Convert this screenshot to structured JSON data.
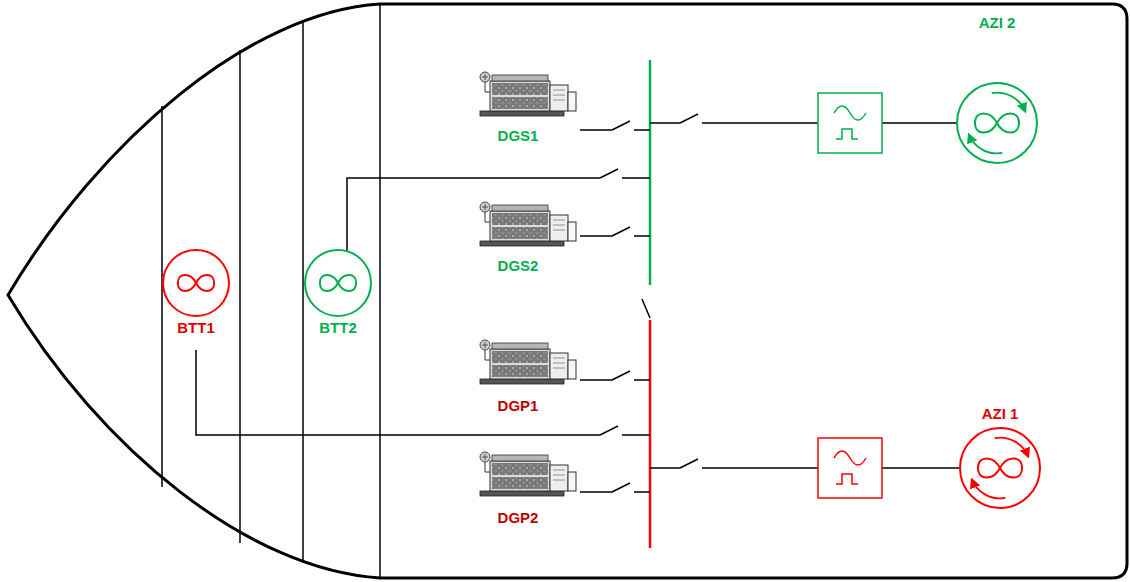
{
  "diagram": {
    "nodes": [
      {
        "text": [
          "AZI 2"
        ]
      },
      {
        "text": [
          "BTT1"
        ]
      },
      {
        "text": [
          "BTT2"
        ]
      },
      {
        "text": [
          "AZI 1"
        ]
      }
    ],
    "labels": [
      "DGS1",
      "DGS2",
      "DGP1",
      "DGP2"
    ]
  }
}
